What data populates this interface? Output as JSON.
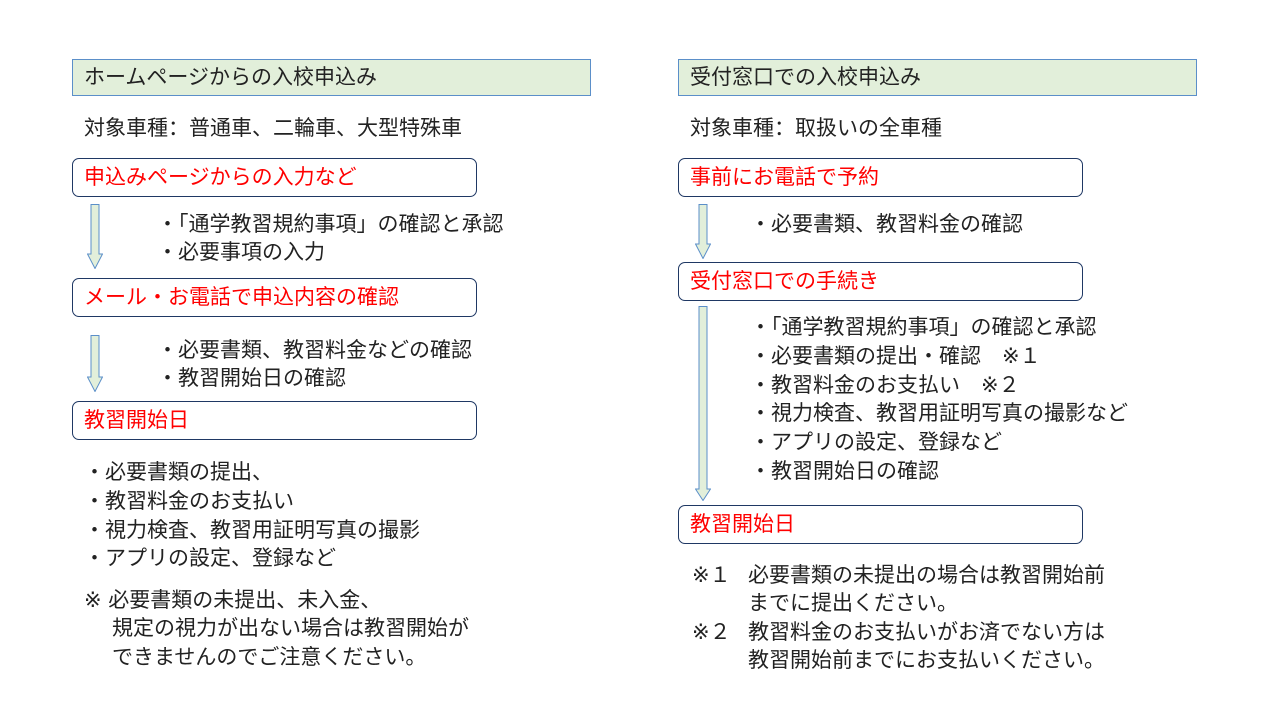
{
  "left": {
    "title": "ホームページからの入校申込み",
    "vehicles": "対象車種：普通車、二輪車、大型特殊車",
    "steps": [
      "申込みページからの入力など",
      "メール・お電話で申込内容の確認",
      "教習開始日"
    ],
    "step1_bullets": [
      "・「通学教習規約事項」の確認と承認",
      "・必要事項の入力"
    ],
    "step2_bullets": [
      "・必要書類、教習料金などの確認",
      "・教習開始日の確認"
    ],
    "step3_bullets": [
      "・必要書類の提出、",
      "・教習料金のお支払い",
      "・視力検査、教習用証明写真の撮影",
      "・アプリの設定、登録など"
    ],
    "note": [
      "※ 必要書類の未提出、未入金、",
      "規定の視力が出ない場合は教習開始が",
      "できませんのでご注意ください。"
    ]
  },
  "right": {
    "title": "受付窓口での入校申込み",
    "vehicles": "対象車種：取扱いの全車種",
    "steps": [
      "事前にお電話で予約",
      "受付窓口での手続き",
      "教習開始日"
    ],
    "step1_bullets": [
      "・必要書類、教習料金の確認"
    ],
    "step2_bullets": [
      "・「通学教習規約事項」の確認と承認",
      "・必要書類の提出・確認　※１",
      "・教習料金のお支払い　※２",
      "・視力検査、教習用証明写真の撮影など",
      "・アプリの設定、登録など",
      "・教習開始日の確認"
    ],
    "notes": [
      {
        "mark": "※１",
        "lines": [
          "必要書類の未提出の場合は教習開始前",
          "までに提出ください。"
        ]
      },
      {
        "mark": "※２",
        "lines": [
          "教習料金のお支払いがお済でない方は",
          "教習開始前までにお支払いください。"
        ]
      }
    ]
  },
  "colors": {
    "header_bg": "#e2efda",
    "step_text": "#ff0000",
    "step_border": "#1f3864",
    "arrow_fill": "#e2efda",
    "arrow_stroke": "#5b8fc9"
  }
}
